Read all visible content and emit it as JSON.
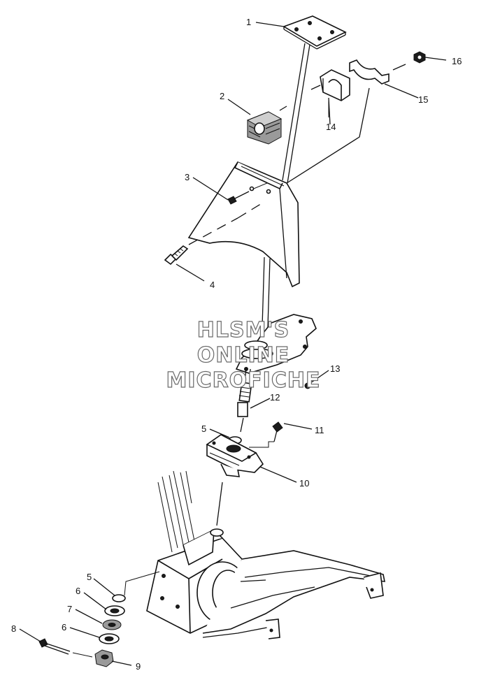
{
  "watermark": {
    "line1": "HLSM'S",
    "line2": "ONLINE",
    "line3": "MICROFICHE"
  },
  "callouts": {
    "c1": "1",
    "c2": "2",
    "c3": "3",
    "c4": "4",
    "c5a": "5",
    "c5b": "5",
    "c6a": "6",
    "c6b": "6",
    "c7": "7",
    "c8": "8",
    "c9": "9",
    "c10": "10",
    "c11": "11",
    "c12": "12",
    "c13": "13",
    "c14": "14",
    "c15": "15",
    "c16": "16"
  }
}
